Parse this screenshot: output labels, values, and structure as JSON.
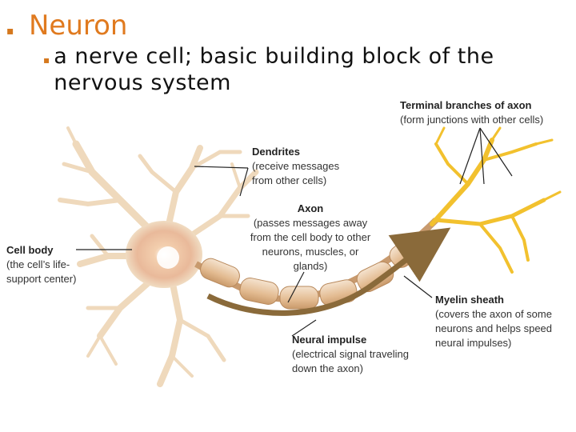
{
  "slide": {
    "bullet1": "Neuron",
    "bullet2": "a nerve cell; basic building block of the nervous system"
  },
  "labels": {
    "terminal_branches": {
      "title": "Terminal branches of axon",
      "desc": "(form junctions with other cells)"
    },
    "dendrites": {
      "title": "Dendrites",
      "desc": "(receive messages from other cells)"
    },
    "axon": {
      "title": "Axon",
      "desc": "(passes messages away from the cell body to other neurons, muscles, or glands)"
    },
    "cell_body": {
      "title": "Cell body",
      "desc": "(the cell’s life-support center)"
    },
    "myelin_sheath": {
      "title": "Myelin sheath",
      "desc": "(covers the axon of some neurons and helps speed neural impulses)"
    },
    "neural_impulse": {
      "title": "Neural impulse",
      "desc": "(electrical signal traveling down the axon)"
    }
  },
  "colors": {
    "accent": "#e07a1f",
    "dendrite": "#f0dcc2",
    "myelin": "#e8c9a8",
    "terminal": "#f2c12e",
    "arrow": "#8a6a3a"
  }
}
